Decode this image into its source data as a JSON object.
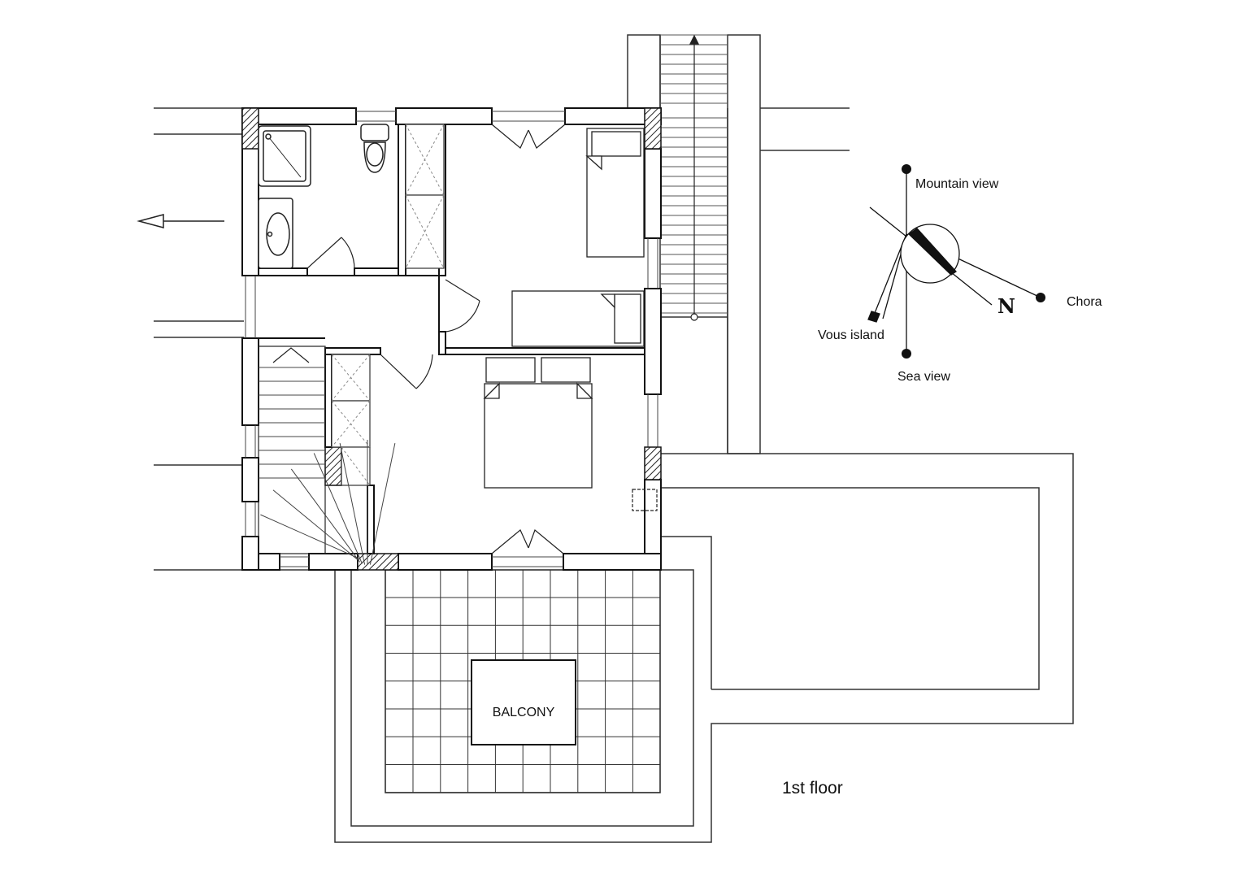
{
  "plan": {
    "floor_label": "1st floor",
    "balcony_label": "BALCONY"
  },
  "compass": {
    "north_label": "N",
    "directions": {
      "mountain": "Mountain view",
      "chora": "Chora",
      "vous": "Vous island",
      "sea": "Sea view"
    }
  },
  "colors": {
    "line": "#1a1a1a",
    "thin_line": "#444444",
    "background": "#ffffff"
  }
}
